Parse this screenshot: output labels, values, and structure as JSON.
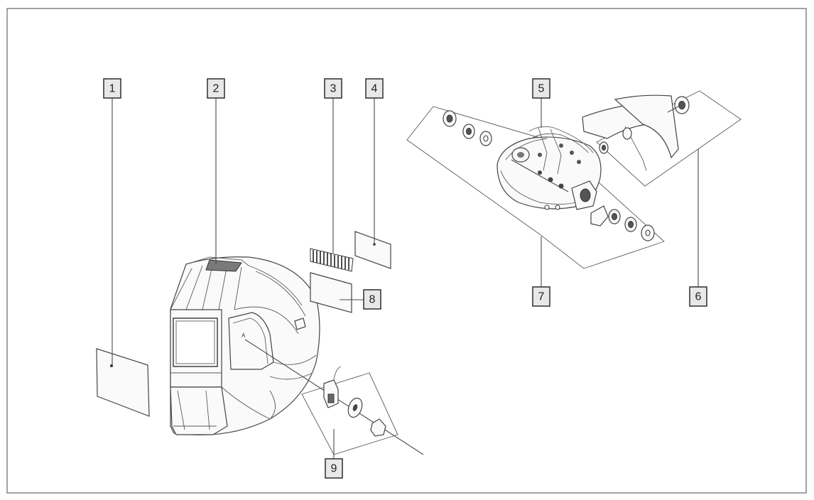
{
  "callouts": [
    {
      "id": "1",
      "label": "1"
    },
    {
      "id": "2",
      "label": "2"
    },
    {
      "id": "3",
      "label": "3"
    },
    {
      "id": "4",
      "label": "4"
    },
    {
      "id": "5",
      "label": "5"
    },
    {
      "id": "6",
      "label": "6"
    },
    {
      "id": "7",
      "label": "7"
    },
    {
      "id": "8",
      "label": "8"
    },
    {
      "id": "9",
      "label": "9"
    }
  ],
  "colors": {
    "stroke": "#444444",
    "callout_fill": "#e8e8e8",
    "frame": "#666666"
  }
}
